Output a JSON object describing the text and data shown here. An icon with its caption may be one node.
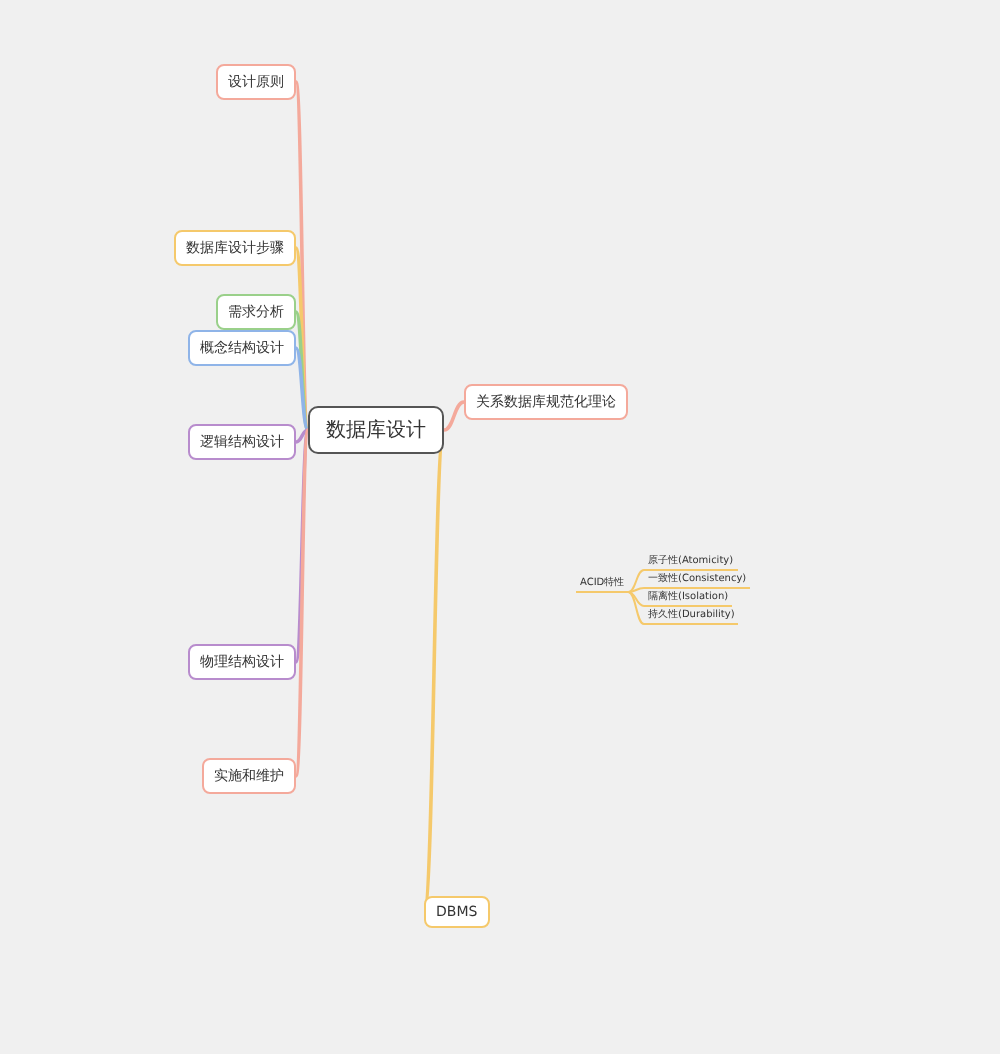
{
  "diagram": {
    "nodes": [
      {
        "text": [
          "数据库设计"
        ]
      },
      {
        "text": [
          "设计原则"
        ]
      },
      {
        "text": [
          "数据库设计步骤"
        ]
      },
      {
        "text": [
          "需求分析"
        ]
      },
      {
        "text": [
          "概念结构设计"
        ]
      },
      {
        "text": [
          "逻辑结构设计"
        ]
      },
      {
        "text": [
          "物理结构设计"
        ]
      },
      {
        "text": [
          "实施和维护"
        ]
      },
      {
        "text": [
          "关系数据库规范化理论"
        ]
      },
      {
        "text": [
          "DBMS"
        ]
      },
      {
        "text": [
          "ACID特性"
        ]
      },
      {
        "text": [
          "原子性(Atomicity)"
        ]
      },
      {
        "text": [
          "一致性(Consistency)"
        ]
      },
      {
        "text": [
          "隔离性(Isolation)"
        ]
      },
      {
        "text": [
          "持久性(Durability)"
        ]
      }
    ],
    "edges": [
      {
        "from": 0,
        "to": 1,
        "arrow": "none",
        "color": "#f4a99b"
      },
      {
        "from": 0,
        "to": 2,
        "arrow": "none",
        "color": "#f5c96b"
      },
      {
        "from": 0,
        "to": 3,
        "arrow": "none",
        "color": "#9ad08a"
      },
      {
        "from": 0,
        "to": 4,
        "arrow": "none",
        "color": "#8fb4e8"
      },
      {
        "from": 0,
        "to": 5,
        "arrow": "none",
        "color": "#b88ccd"
      },
      {
        "from": 0,
        "to": 6,
        "arrow": "none",
        "color": "#b88ccd"
      },
      {
        "from": 0,
        "to": 7,
        "arrow": "none",
        "color": "#f4a99b"
      },
      {
        "from": 0,
        "to": 8,
        "arrow": "none",
        "color": "#f4a99b"
      },
      {
        "from": 0,
        "to": 9,
        "arrow": "none",
        "color": "#f5c96b"
      },
      {
        "from": 10,
        "to": 11,
        "arrow": "none",
        "color": "#f5c96b"
      },
      {
        "from": 10,
        "to": 12,
        "arrow": "none",
        "color": "#f5c96b"
      },
      {
        "from": 10,
        "to": 13,
        "arrow": "none",
        "color": "#f5c96b"
      },
      {
        "from": 10,
        "to": 14,
        "arrow": "none",
        "color": "#f5c96b"
      }
    ]
  }
}
